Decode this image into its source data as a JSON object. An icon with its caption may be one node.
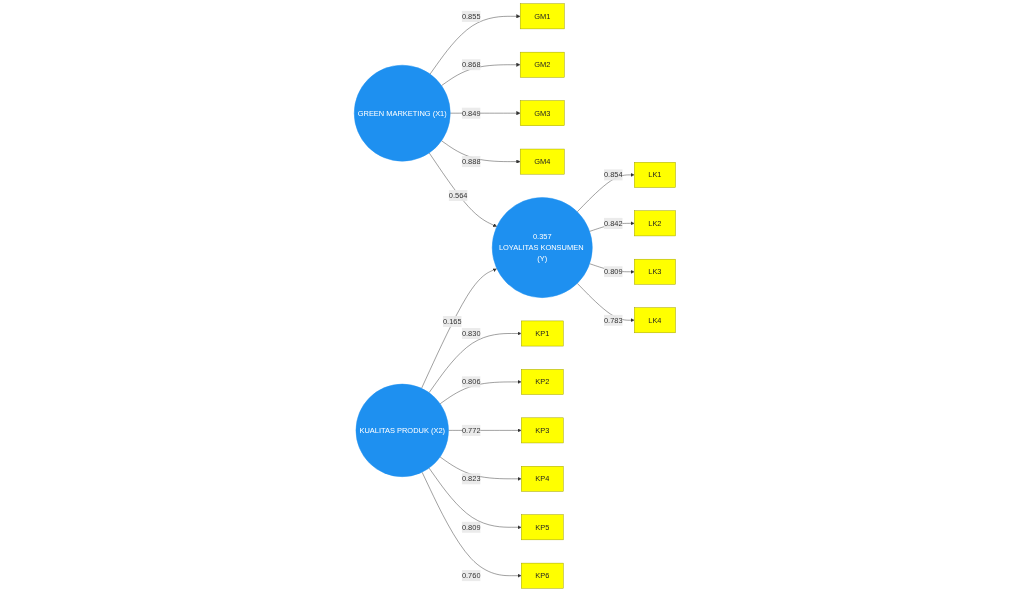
{
  "diagram": {
    "nodes": [
      {
        "text": [
          "GM1"
        ]
      },
      {
        "text": [
          "GM2"
        ]
      },
      {
        "text": [
          "GM3"
        ]
      },
      {
        "text": [
          "GM4"
        ]
      },
      {
        "text": [
          "GREEN MARKETING (X1)"
        ]
      },
      {
        "text": [
          "0.357",
          "LOYALITAS KONSUMEN (Y)"
        ]
      },
      {
        "text": [
          "LK1"
        ]
      },
      {
        "text": [
          "LK2"
        ]
      },
      {
        "text": [
          "LK3"
        ]
      },
      {
        "text": [
          "LK4"
        ]
      },
      {
        "text": [
          "KP1"
        ]
      },
      {
        "text": [
          "KP2"
        ]
      },
      {
        "text": [
          "KP3"
        ]
      },
      {
        "text": [
          "KP4"
        ]
      },
      {
        "text": [
          "KP5"
        ]
      },
      {
        "text": [
          "KP6"
        ]
      },
      {
        "text": [
          "KUALITAS PRODUK (X2)"
        ]
      }
    ],
    "edges": [
      {
        "from": 4,
        "to": 0,
        "arrow": "to",
        "label": "0.855"
      },
      {
        "from": 4,
        "to": 1,
        "arrow": "to",
        "label": "0.868"
      },
      {
        "from": 4,
        "to": 2,
        "arrow": "to",
        "label": "0.849"
      },
      {
        "from": 4,
        "to": 3,
        "arrow": "to",
        "label": "0.888"
      },
      {
        "from": 4,
        "to": 5,
        "arrow": "to",
        "label": "0.564"
      },
      {
        "from": 5,
        "to": 6,
        "arrow": "to",
        "label": "0.854"
      },
      {
        "from": 5,
        "to": 7,
        "arrow": "to",
        "label": "0.842"
      },
      {
        "from": 5,
        "to": 8,
        "arrow": "to",
        "label": "0.809"
      },
      {
        "from": 5,
        "to": 9,
        "arrow": "to",
        "label": "0.783"
      },
      {
        "from": 16,
        "to": 5,
        "arrow": "to",
        "label": "0.165"
      },
      {
        "from": 16,
        "to": 10,
        "arrow": "to",
        "label": "0.830"
      },
      {
        "from": 16,
        "to": 11,
        "arrow": "to",
        "label": "0.806"
      },
      {
        "from": 16,
        "to": 12,
        "arrow": "to",
        "label": "0.772"
      },
      {
        "from": 16,
        "to": 13,
        "arrow": "to",
        "label": "0.823"
      },
      {
        "from": 16,
        "to": 14,
        "arrow": "to",
        "label": "0.809"
      },
      {
        "from": 16,
        "to": 15,
        "arrow": "to",
        "label": "0.760"
      }
    ]
  }
}
